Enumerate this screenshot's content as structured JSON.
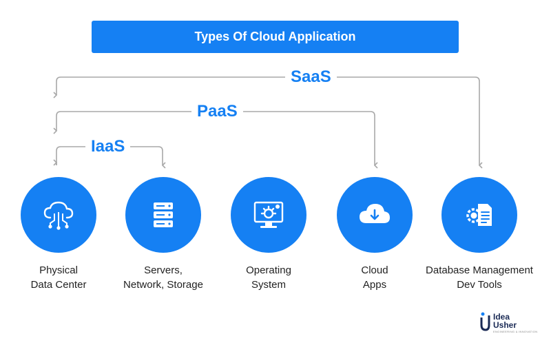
{
  "title": "Types Of Cloud Application",
  "layers": [
    {
      "label": "SaaS"
    },
    {
      "label": "PaaS"
    },
    {
      "label": "IaaS"
    }
  ],
  "nodes": [
    {
      "icon": "cloud-network-icon",
      "line1": "Physical",
      "line2": "Data Center"
    },
    {
      "icon": "server-stack-icon",
      "line1": "Servers,",
      "line2": "Network, Storage"
    },
    {
      "icon": "monitor-gear-icon",
      "line1": "Operating",
      "line2": "System"
    },
    {
      "icon": "cloud-download-icon",
      "line1": "Cloud",
      "line2": "Apps"
    },
    {
      "icon": "database-document-gear-icon",
      "line1": "Database Management",
      "line2": "Dev Tools"
    }
  ],
  "logo": {
    "word1": "Idea",
    "word2": "Usher",
    "tagline": "ENGINEERING & INNOVATION"
  },
  "colors": {
    "accent": "#1580f3",
    "connector": "#a8a8a8",
    "text": "#222222"
  }
}
